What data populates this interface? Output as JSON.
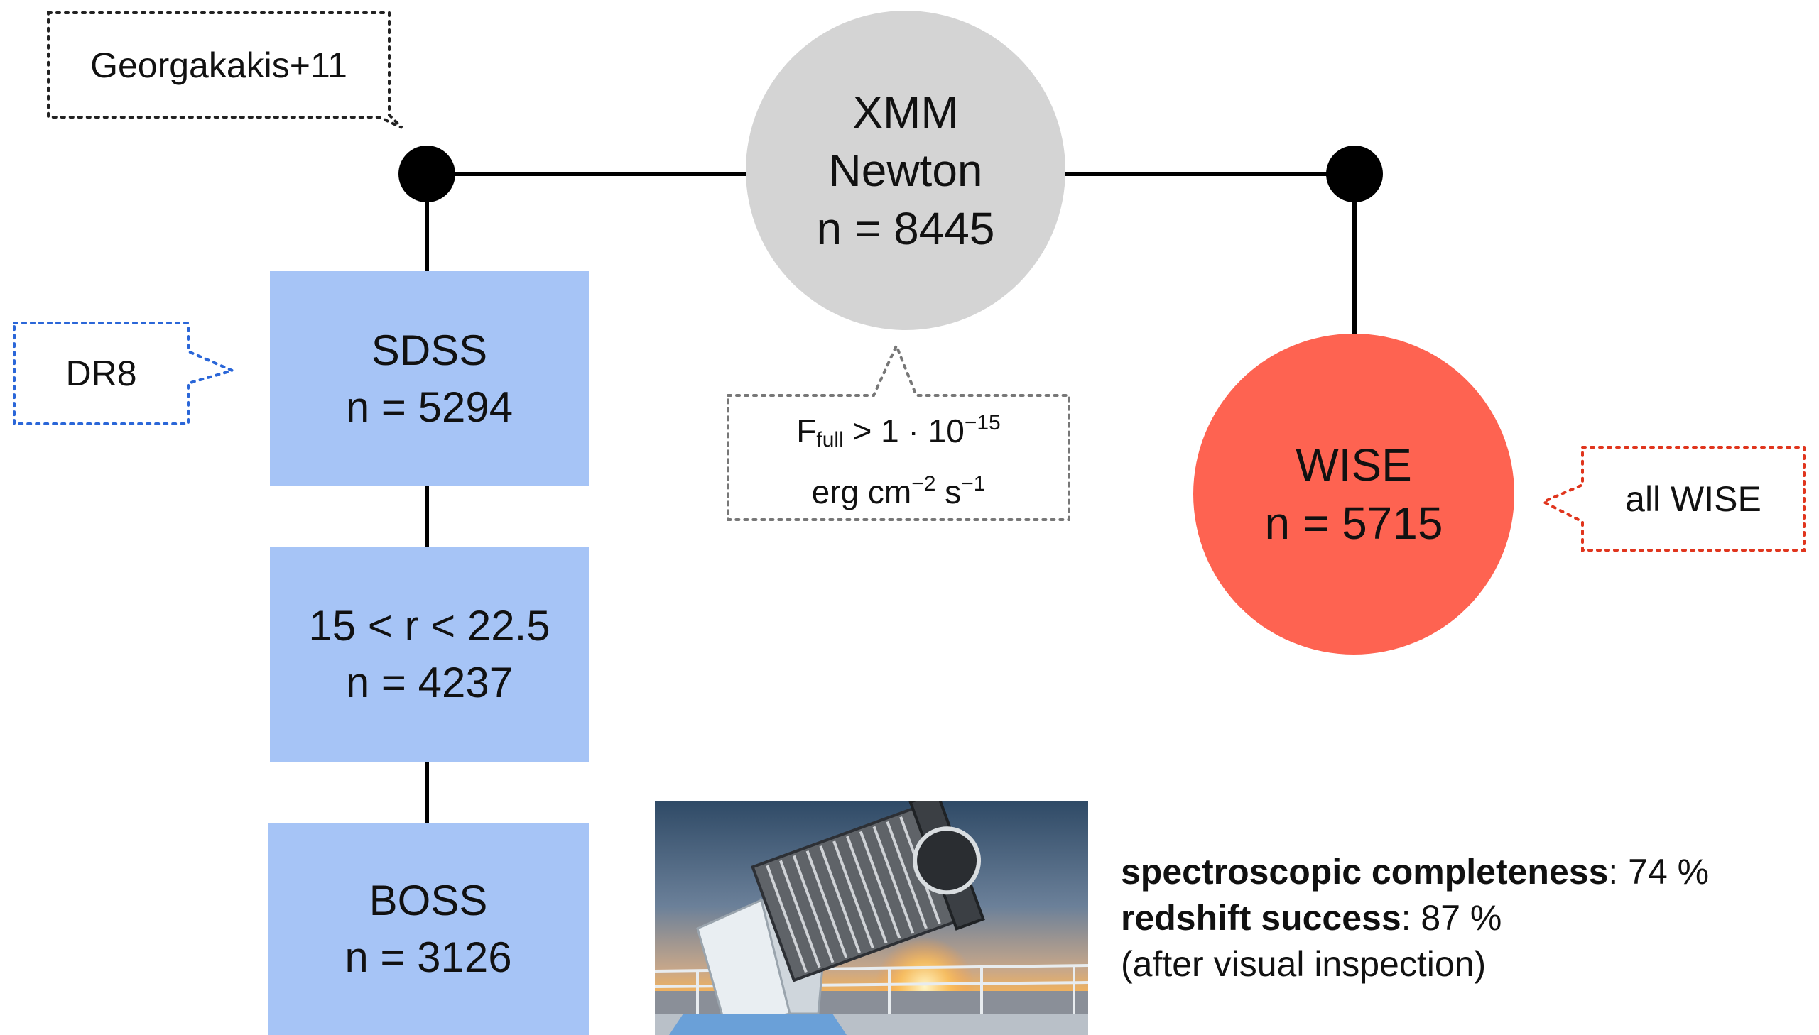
{
  "nodes": {
    "xmm": {
      "line1": "XMM",
      "line2": "Newton",
      "line3": "n = 8445",
      "color": "#d4d4d4"
    },
    "wise": {
      "line1": "WISE",
      "line2": "n = 5715",
      "color": "#fe6351"
    },
    "sdss": {
      "line1": "SDSS",
      "line2": "n = 5294",
      "color": "#a6c4f6"
    },
    "rcut": {
      "line1": "15 < r < 22.5",
      "line2": "n = 4237"
    },
    "boss": {
      "line1": "BOSS",
      "line2": "n = 3126"
    }
  },
  "callouts": {
    "georgakakis": "Georgakakis+11",
    "dr8": "DR8",
    "all_wise": "all WISE",
    "flux": {
      "F": "F",
      "sub": "full",
      "rel": " > 1 · 10",
      "exp": "−15",
      "unit_a": "erg cm",
      "exp2": "−2",
      "unit_b": " s",
      "exp3": "−1"
    }
  },
  "stats": {
    "completeness_label": "spectroscopic completeness",
    "completeness_value": ": 74 %",
    "success_label": "redshift success",
    "success_value": ": 87 %",
    "note": "(after visual inspection)"
  },
  "photo": {
    "icon": "telescope-photo"
  }
}
